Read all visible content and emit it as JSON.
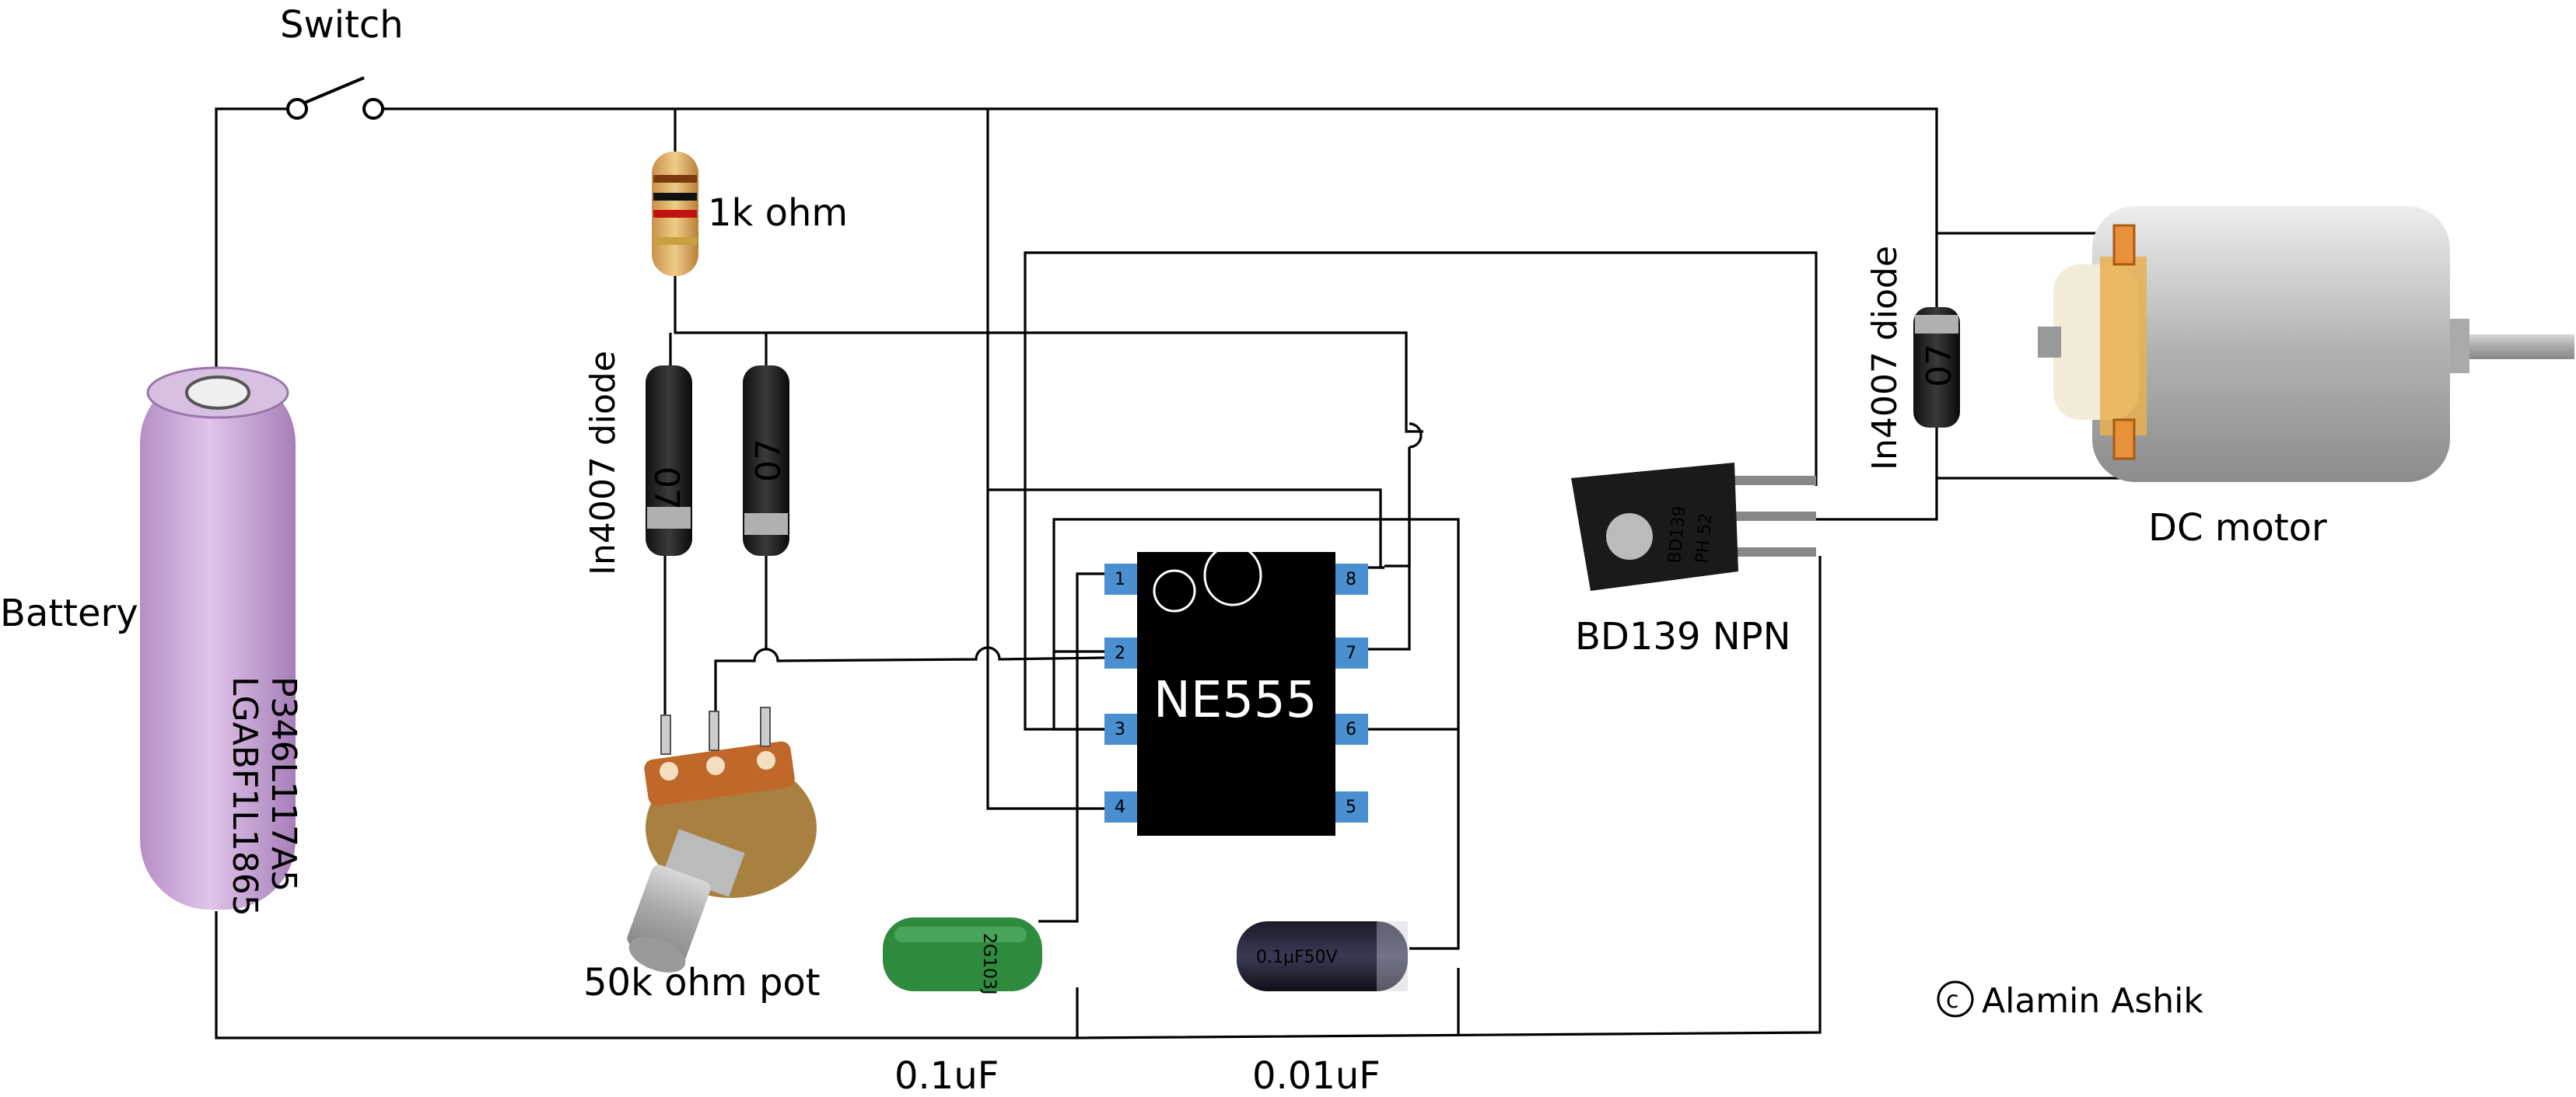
{
  "labels": {
    "switch": "Switch",
    "battery": "Battery",
    "resistor": "1k ohm",
    "diode_left": "In4007 diode",
    "diode_right": "In4007 diode",
    "pot": "50k ohm pot",
    "ic": "NE555",
    "transistor": "BD139 NPN",
    "motor": "DC motor",
    "cap_ceramic": "0.1uF",
    "cap_electrolytic": "0.01uF",
    "copyright_symbol": "c",
    "credit": "Alamin Ashik"
  },
  "ic_pins": {
    "left": [
      "1",
      "2",
      "3",
      "4"
    ],
    "right": [
      "8",
      "7",
      "6",
      "5"
    ]
  },
  "markings": {
    "battery_line1": "LGABF1L1865",
    "battery_line2": "P346L117A5",
    "diode_code": "07",
    "transistor_line1": "BD139",
    "transistor_line2": "PH 52",
    "cap_ceramic_code": "2G103J",
    "cap_electrolytic_code": "0.1µF50V"
  },
  "colors": {
    "wire": "#000000",
    "battery": "#cba6d8",
    "ic_body": "#000000",
    "ic_pin": "#4a8fd0",
    "ceramic_cap": "#2e8b3e",
    "pot_body": "#c0682a",
    "resistor_body": "#d8a85a"
  }
}
